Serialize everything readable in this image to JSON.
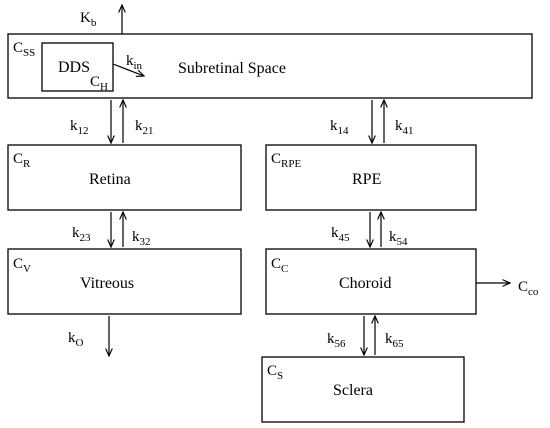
{
  "compartments": {
    "subretinal": {
      "label": "Subretinal Space",
      "conc": "C",
      "conc_sub": "SS"
    },
    "dds": {
      "label": "DDS",
      "conc": "C",
      "conc_sub": "H"
    },
    "retina": {
      "label": "Retina",
      "conc": "C",
      "conc_sub": "R"
    },
    "vitreous": {
      "label": "Vitreous",
      "conc": "C",
      "conc_sub": "V"
    },
    "rpe": {
      "label": "RPE",
      "conc": "C",
      "conc_sub": "RPE"
    },
    "choroid": {
      "label": "Choroid",
      "conc": "C",
      "conc_sub": "C"
    },
    "sclera": {
      "label": "Sclera",
      "conc": "C",
      "conc_sub": "S"
    }
  },
  "rates": {
    "kb": {
      "base": "K",
      "sub": "b"
    },
    "kin": {
      "base": "k",
      "sub": "in"
    },
    "k12": {
      "base": "k",
      "sub": "12"
    },
    "k21": {
      "base": "k",
      "sub": "21"
    },
    "k23": {
      "base": "k",
      "sub": "23"
    },
    "k32": {
      "base": "k",
      "sub": "32"
    },
    "ko": {
      "base": "k",
      "sub": "O"
    },
    "k14": {
      "base": "k",
      "sub": "14"
    },
    "k41": {
      "base": "k",
      "sub": "41"
    },
    "k45": {
      "base": "k",
      "sub": "45"
    },
    "k54": {
      "base": "k",
      "sub": "54"
    },
    "k56": {
      "base": "k",
      "sub": "56"
    },
    "k65": {
      "base": "k",
      "sub": "65"
    }
  },
  "outputs": {
    "cco": {
      "base": "C",
      "sub": "co"
    }
  }
}
